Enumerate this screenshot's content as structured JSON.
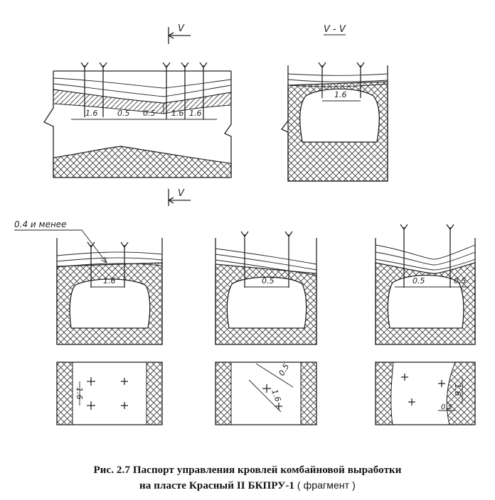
{
  "section_mark": "V",
  "section_title": "V - V",
  "dims": {
    "d16": "1.6",
    "d05": "0.5",
    "d04": "0.4 и менее"
  },
  "caption": {
    "line1": "Рис. 2.7 Паспорт управления кровлей комбайновой выработки",
    "line2": "на пласте Красный II  БКПРУ-1",
    "line2_extra": "( фрагмент )"
  }
}
